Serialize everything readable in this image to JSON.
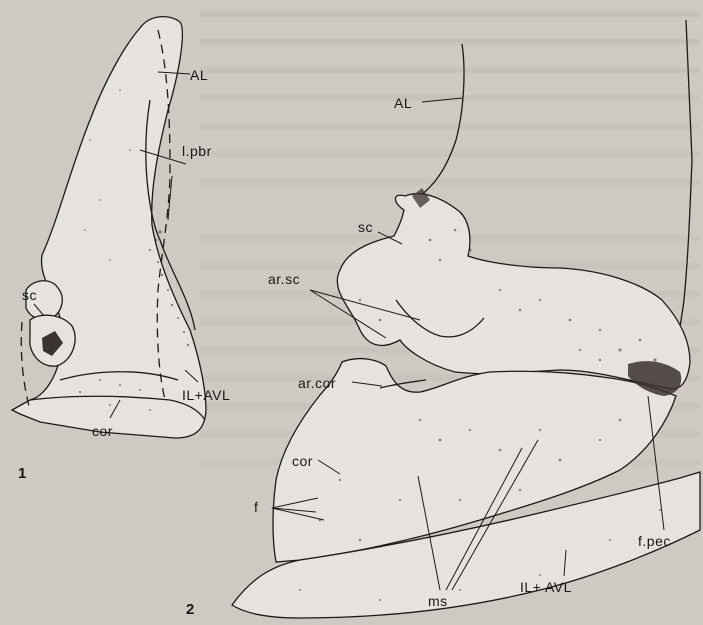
{
  "figures": [
    {
      "number": "1",
      "labels": [
        "AL",
        "l.pbr",
        "sc",
        "cor",
        "IL+AVL"
      ]
    },
    {
      "number": "2",
      "labels": [
        "AL",
        "sc",
        "ar.sc",
        "ar.cor",
        "cor",
        "f",
        "ms",
        "IL+ AVL",
        "f.pec"
      ]
    }
  ],
  "colors": {
    "paper": "#cfc9c4",
    "ink": "#1c1918",
    "stipple": "#3b3330"
  }
}
